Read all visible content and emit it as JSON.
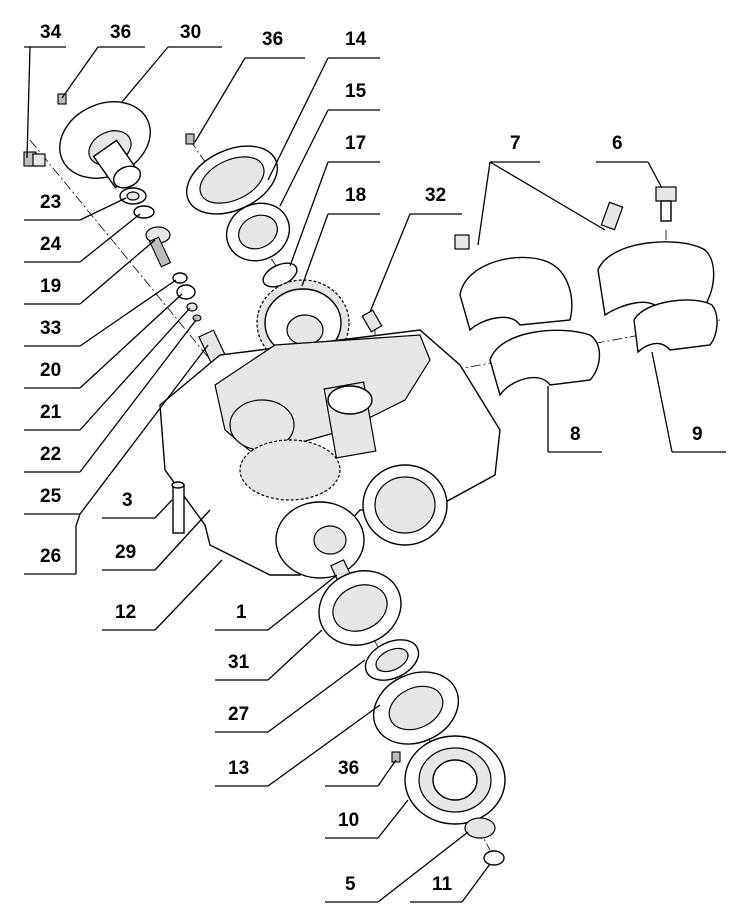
{
  "diagram": {
    "type": "exploded-assembly",
    "callouts": [
      "34",
      "36",
      "30",
      "36",
      "14",
      "15",
      "17",
      "18",
      "32",
      "7",
      "6",
      "23",
      "24",
      "19",
      "33",
      "20",
      "21",
      "22",
      "25",
      "26",
      "3",
      "29",
      "12",
      "1",
      "31",
      "27",
      "13",
      "36",
      "10",
      "5",
      "11",
      "8",
      "9"
    ]
  }
}
